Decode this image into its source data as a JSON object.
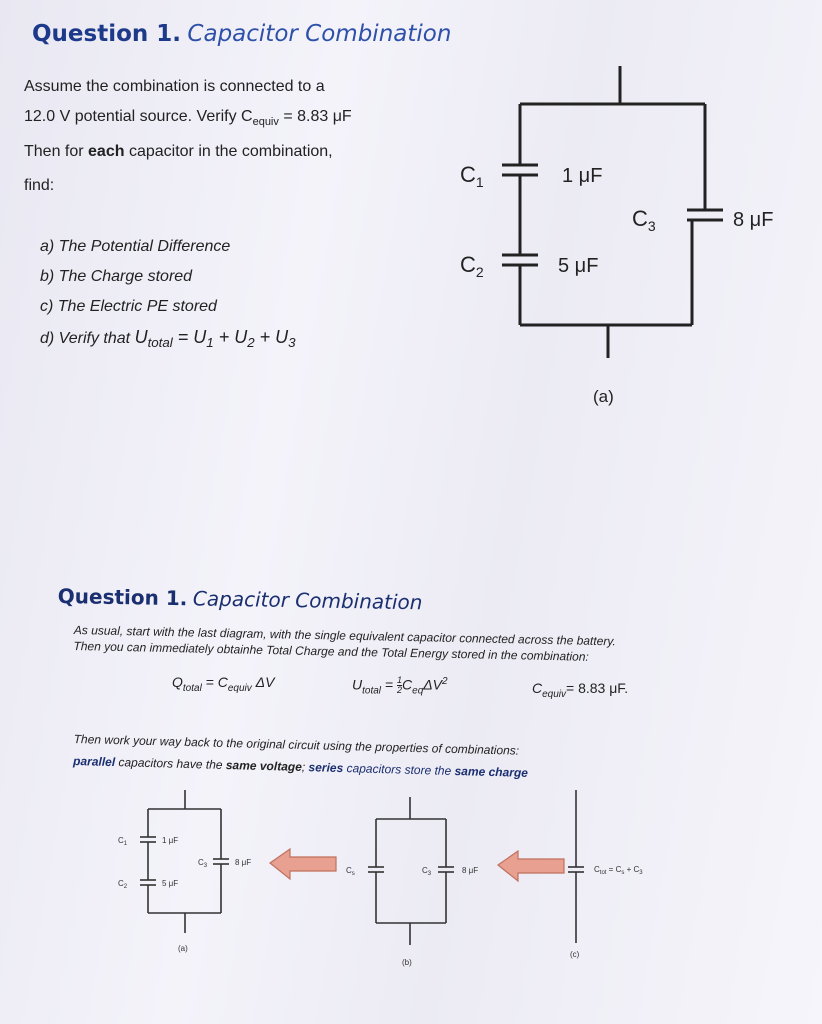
{
  "question_top": {
    "number": "Question 1.",
    "title": "Capacitor Combination",
    "intro": [
      "Assume the combination is connected to a",
      "12.0 V potential source. Verify C",
      "equiv",
      " = 8.83 μF",
      "Then for ",
      "each",
      " capacitor in the combination,",
      "find:"
    ],
    "tasks": [
      "a) The Potential Difference",
      "b) The Charge stored",
      "c) The Electric PE stored",
      "d) Verify that "
    ],
    "verify_formula": [
      "U",
      "total",
      " = U",
      "1",
      " + U",
      "2",
      " + U",
      "3"
    ]
  },
  "circuit_main": {
    "c1_label": "C",
    "c1_sub": "1",
    "c1_value": "1 μF",
    "c2_label": "C",
    "c2_sub": "2",
    "c2_value": "5 μF",
    "c3_label": "C",
    "c3_sub": "3",
    "c3_value": "8 μF",
    "caption": "(a)"
  },
  "question_bottom": {
    "number": "Question 1.",
    "title": "Capacitor Combination",
    "line1": "As usual, start with the last diagram, with the single equivalent capacitor connected across the battery.",
    "line2": "Then you can immediately obtainhe Total Charge and the Total Energy stored in the combination:",
    "formula_q": [
      "Q",
      "total",
      " = C",
      "equiv",
      " ΔV"
    ],
    "formula_u": [
      "U",
      "total",
      " = ",
      "1",
      "2",
      "C",
      "eq",
      "ΔV",
      "2"
    ],
    "formula_c": [
      "C",
      "equiv",
      "= 8.83 μF."
    ],
    "line3": "Then work your way back to the original circuit using the properties of combinations:",
    "line4_a": "parallel",
    "line4_b": " capacitors have the ",
    "line4_c": "same voltage",
    "line4_d": "; ",
    "line4_e": "series",
    "line4_f": " capacitors store the ",
    "line4_g": "same charge"
  },
  "small_diagrams": {
    "a": {
      "c1": "C",
      "c1s": "1",
      "c1v": "1 μF",
      "c2": "C",
      "c2s": "2",
      "c2v": "5 μF",
      "c3": "C",
      "c3s": "3",
      "c3v": "8 μF",
      "caption": "(a)"
    },
    "b": {
      "cs": "C",
      "css": "s",
      "c3": "C",
      "c3s": "3",
      "c3v": "8 μF",
      "caption": "(b)"
    },
    "c": {
      "label": "C",
      "labels": "tot",
      "eq": " = C",
      "eqs": "s",
      "plus": " + C",
      "pluss": "3",
      "caption": "(c)"
    }
  }
}
